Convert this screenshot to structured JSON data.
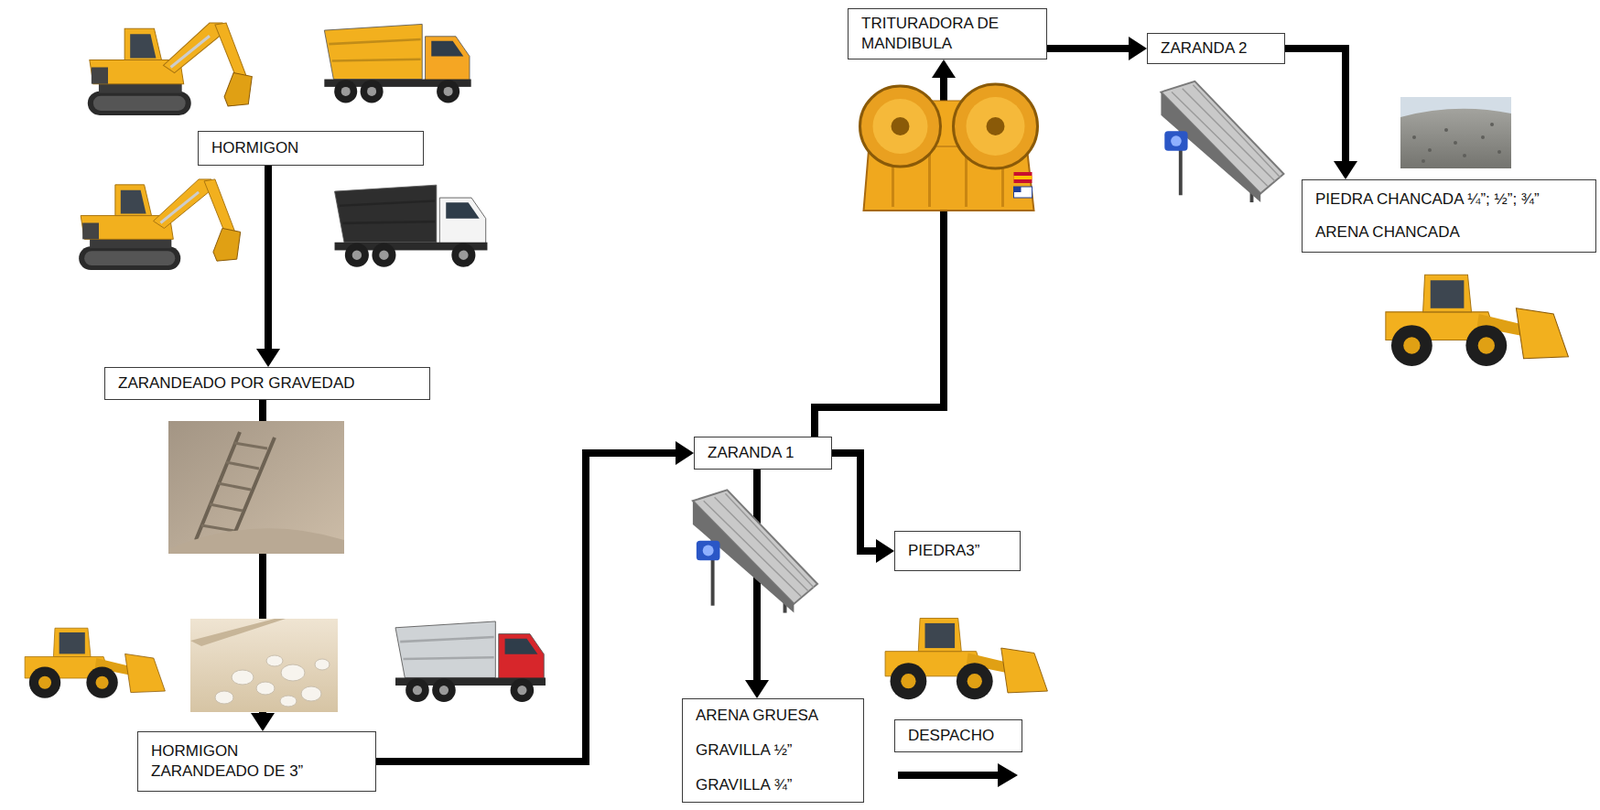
{
  "diagram": {
    "nodes": [
      {
        "text": [
          "HORMIGON"
        ]
      },
      {
        "text": [
          "ZARANDEADO POR GRAVEDAD"
        ]
      },
      {
        "text": [
          "HORMIGON ZARANDEADO DE 3”"
        ]
      },
      {
        "text": [
          "ZARANDA 1"
        ]
      },
      {
        "text": [
          "PIEDRA3”"
        ]
      },
      {
        "text": [
          "ARENA GRUESA",
          "GRAVILLA ½”",
          "GRAVILLA ¾”"
        ]
      },
      {
        "text": [
          "DESPACHO"
        ]
      },
      {
        "text": [
          "TRITURADORA DE MANDIBULA"
        ]
      },
      {
        "text": [
          "ZARANDA 2"
        ]
      },
      {
        "text": [
          "PIEDRA CHANCADA ¼”; ½”; ¾”",
          "ARENA CHANCADA"
        ]
      }
    ],
    "edges": [
      {
        "from": 0,
        "to": 1,
        "arrow": "to"
      },
      {
        "from": 1,
        "to": 2,
        "arrow": "to"
      },
      {
        "from": 2,
        "to": 3,
        "arrow": "to"
      },
      {
        "from": 3,
        "to": 4,
        "arrow": "to"
      },
      {
        "from": 3,
        "to": 5,
        "arrow": "to"
      },
      {
        "from": 3,
        "to": 7,
        "arrow": "to"
      },
      {
        "from": 7,
        "to": 8,
        "arrow": "to"
      },
      {
        "from": 8,
        "to": 9,
        "arrow": "to"
      }
    ]
  }
}
